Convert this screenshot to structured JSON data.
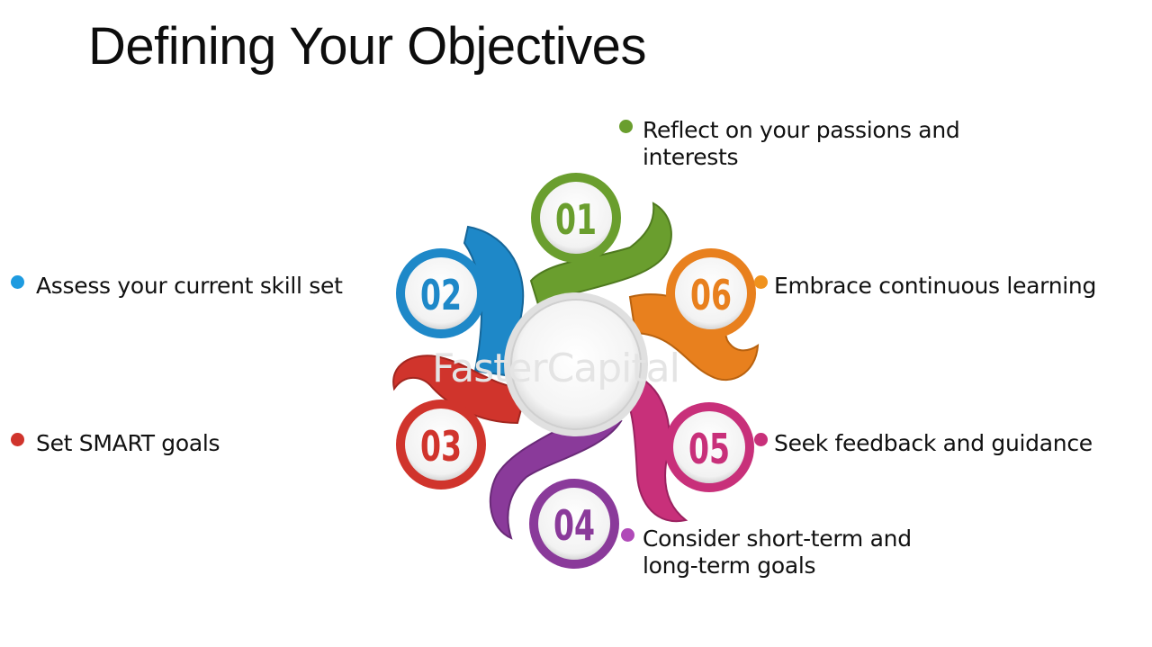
{
  "title": "Defining Your Objectives",
  "watermark": "FasterCapital",
  "steps": [
    {
      "number": "01",
      "text": "Reflect on your passions and interests",
      "line1": "Reflect on your passions and",
      "line2": "interests",
      "color": "#6a9e2e"
    },
    {
      "number": "02",
      "text": "Assess your current skill set",
      "color": "#1e88c8"
    },
    {
      "number": "03",
      "text": "Set SMART goals",
      "color": "#d0342c"
    },
    {
      "number": "04",
      "text": "Consider short-term and long-term goals",
      "line1": "Consider short-term and",
      "line2": "long-term goals",
      "color": "#8a3a9a"
    },
    {
      "number": "05",
      "text": "Seek feedback and guidance",
      "color": "#c8307a"
    },
    {
      "number": "06",
      "text": "Embrace continuous learning",
      "color": "#e8801e"
    }
  ]
}
